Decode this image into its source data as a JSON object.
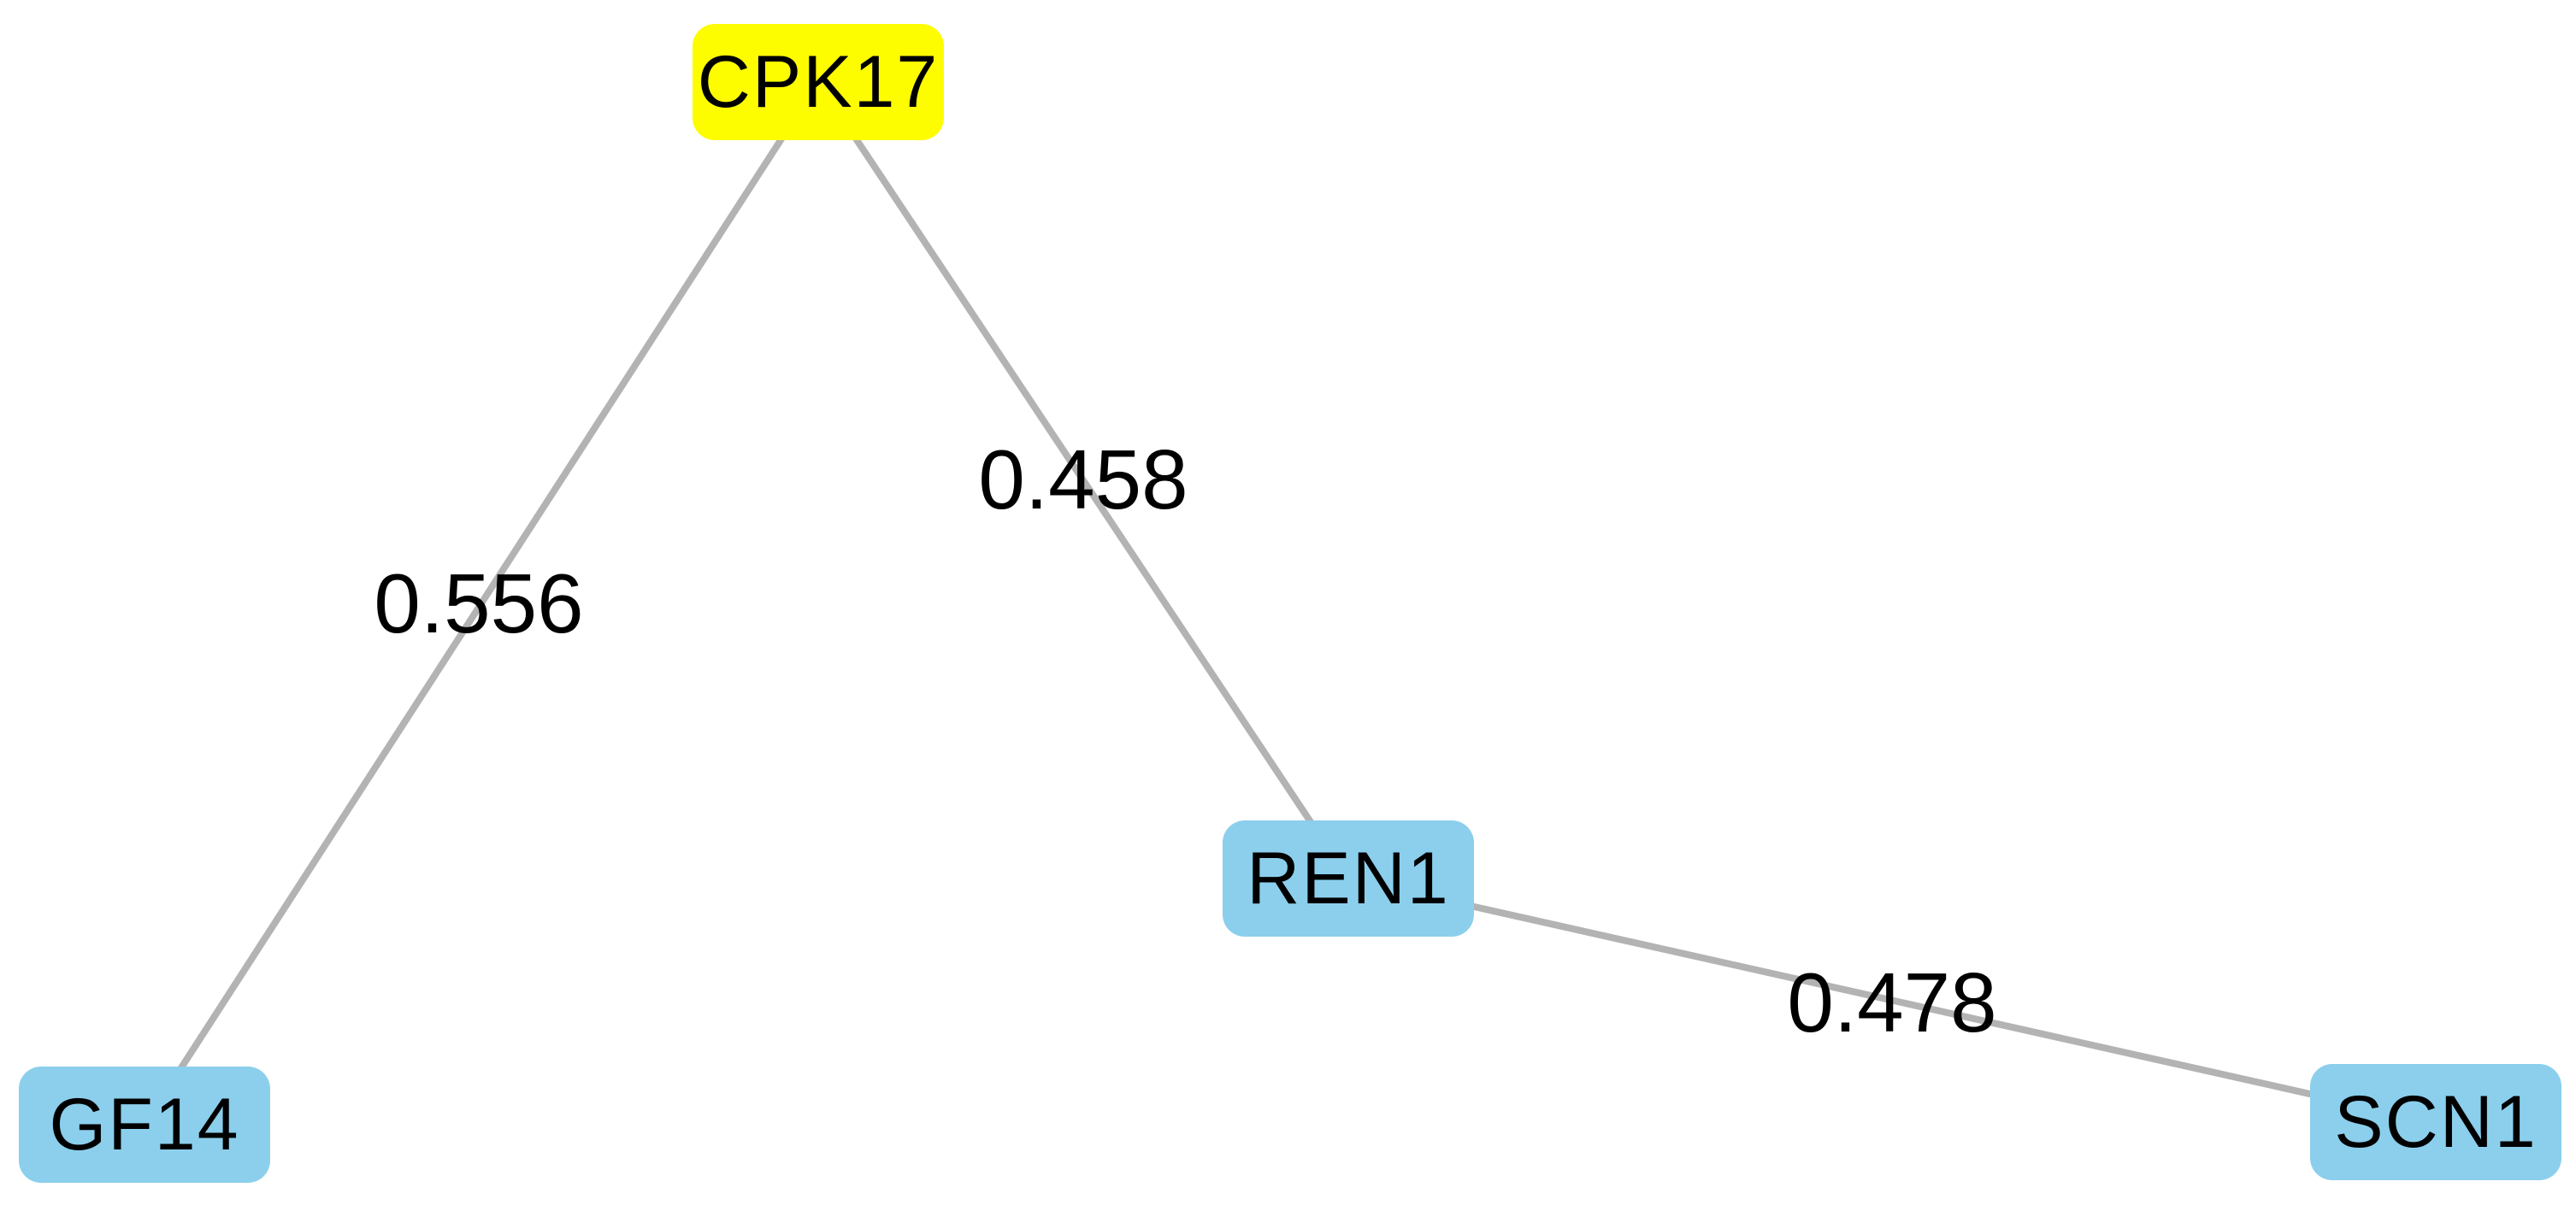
{
  "nodes": [
    {
      "label": "CPK17",
      "color": "#fdfd00"
    },
    {
      "label": "GF14",
      "color": "#8bcfec"
    },
    {
      "label": "REN1",
      "color": "#8bcfec"
    },
    {
      "label": "SCN1",
      "color": "#8bcfec"
    }
  ],
  "edges": [
    {
      "source": "CPK17",
      "target": "GF14",
      "weight": "0.556"
    },
    {
      "source": "CPK17",
      "target": "REN1",
      "weight": "0.458"
    },
    {
      "source": "REN1",
      "target": "SCN1",
      "weight": "0.478"
    }
  ],
  "colors": {
    "edge_line": "#b3b3b3",
    "node_text": "#000000",
    "edge_label_text": "#000000",
    "background": "#ffffff",
    "highlighted_node_fill": "#fdfd00",
    "default_node_fill": "#8bcfec"
  }
}
